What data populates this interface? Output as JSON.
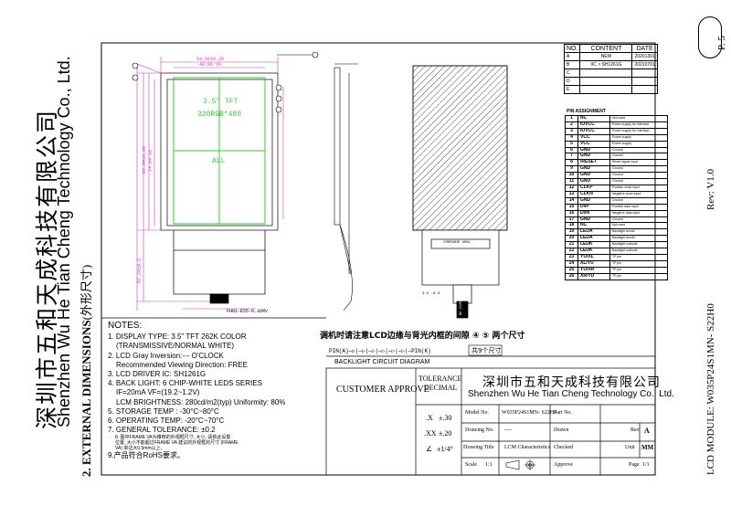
{
  "side": {
    "company_cn": "深圳市五和天成科技有限公司",
    "company_en": "Shenzhen Wu He Tian Cheng Technology Co., Ltd.",
    "section": "2. EXTERNAL DIMENSIONS",
    "section_sub": "(外形尺寸)",
    "module": "LCD MODULE:  W035P24S1MN- S22H0",
    "rev": "Rev:  V1.0",
    "page": "P. 5"
  },
  "revisions": {
    "headers": [
      "NO.",
      "CONTENT",
      "DATE"
    ],
    "rows": [
      {
        "no": "A",
        "content": "NEW",
        "date": "20201301"
      },
      {
        "no": "B",
        "content": "IIC > SH1261G",
        "date": "20210701"
      },
      {
        "no": "C",
        "content": "",
        "date": ""
      },
      {
        "no": "D",
        "content": "",
        "date": ""
      },
      {
        "no": "E",
        "content": "",
        "date": ""
      }
    ]
  },
  "pins": {
    "title": "PIN ASSIGNMENT",
    "rows": [
      {
        "n": "1",
        "s": "NC",
        "d": "Not used"
      },
      {
        "n": "2",
        "s": "IOVCC",
        "d": "Power supply for interface"
      },
      {
        "n": "3",
        "s": "IOVCC",
        "d": "Power supply for interface"
      },
      {
        "n": "4",
        "s": "VCC",
        "d": "Power supply"
      },
      {
        "n": "5",
        "s": "VCC",
        "d": "Power supply"
      },
      {
        "n": "6",
        "s": "GND",
        "d": "Ground"
      },
      {
        "n": "7",
        "s": "GND",
        "d": "Ground"
      },
      {
        "n": "8",
        "s": "/RESET",
        "d": "Reset signal input"
      },
      {
        "n": "9",
        "s": "GND",
        "d": "Ground"
      },
      {
        "n": "10",
        "s": "GND",
        "d": "Ground"
      },
      {
        "n": "11",
        "s": "GND",
        "d": "Ground"
      },
      {
        "n": "12",
        "s": "CLKP",
        "d": "Positive clock input"
      },
      {
        "n": "13",
        "s": "CLKN",
        "d": "Negative clock input"
      },
      {
        "n": "14",
        "s": "GND",
        "d": "Ground"
      },
      {
        "n": "15",
        "s": "D0P",
        "d": "Positive data input"
      },
      {
        "n": "16",
        "s": "D0N",
        "d": "Negative data input"
      },
      {
        "n": "17",
        "s": "GND",
        "d": "Ground"
      },
      {
        "n": "18",
        "s": "NC",
        "d": "Not used"
      },
      {
        "n": "19",
        "s": "LEDA",
        "d": "Backlight anode"
      },
      {
        "n": "20",
        "s": "LEDA",
        "d": "Backlight anode"
      },
      {
        "n": "21",
        "s": "LEDK",
        "d": "Backlight cathode"
      },
      {
        "n": "22",
        "s": "LEDK",
        "d": "Backlight cathode"
      },
      {
        "n": "23",
        "s": "YU/XL",
        "d": "TP pin"
      },
      {
        "n": "24",
        "s": "XL/YU",
        "d": "TP pin"
      },
      {
        "n": "25",
        "s": "YD/XR",
        "d": "TP pin"
      },
      {
        "n": "26",
        "s": "XR/YD",
        "d": "TP pin"
      }
    ]
  },
  "panel": {
    "tft_label": "3.5\" TFT",
    "res_label": "320RGB*480",
    "all_label": "ALL",
    "fpc_part": "FH01-E55-0.36MV",
    "component_area": "COMPONENT AREA",
    "no_cover": "NO COVER"
  },
  "notes": {
    "heading": "NOTES:",
    "items": [
      "1. DISPLAY TYPE: 3.5\" TFT 262K COLOR",
      "(TRANSMISSIVE/NORMAL WHITE)",
      "2. LCD Gray Inversion:--- O'CLOCK",
      "Recommended Viewing Direction: FREE",
      "3. LCD DRIVER IC: SH1261G",
      "4. BACK LIGHT: 6 CHIP-WHITE LEDS SERIES",
      "IF=20mA  VF=(19.2~1.2V)",
      "LCM BRIGHTNESS: 280cd/m2(typ) Uniformity: 80%",
      "5. STORAGE TEMP : -30°C~80°C",
      "6. OPERATING TEMP: -20°C~70°C",
      "7. GENERAL TOLERANCE: ±0.2",
      "8. 图中FRAME VA为推荐的外观框尺寸, 大小, 请依此设置",
      "位置, 大小不能超过FRAME VA 建议的外观框的尺寸 (FRAME",
      "VA) 单边大0.5mm以上。",
      "9.产品符合RoHS要求。"
    ]
  },
  "backlight": {
    "note_cn": "调机时请注意LCD边缘与背光内框的间隙 ④ ⑤  两个尺寸",
    "pins_line": "PIN(A)─▷|─▷|─▷|─▷|─▷|─▷|─PIN(K)",
    "label_box": "共9个尺寸",
    "diagram_title": "BACKLIGHT CIRCUIT DIAGRAM"
  },
  "titleblock": {
    "customer_approve": "CUSTOMER APPROVE",
    "tolerance": "TOLERANCE",
    "decimal": "DECIMAL",
    "tol_x": ".X",
    "tol_x_val": "±.30",
    "tol_xx": ".XX",
    "tol_xx_val": "±.20",
    "tol_ang": "∠",
    "tol_ang_val": "±1/4°",
    "company_cn": "深圳市五和天成科技有限公司",
    "company_en": "Shenzhen Wu He Tian Cheng Technology Co., Ltd.",
    "model_no_label": "Model No.",
    "model_no": "W035P24S1MN- S22H0",
    "part_no_label": "Part No.",
    "drawing_no_label": "Drawing No.",
    "drawing_no": "----",
    "drawn_label": "Drawn",
    "rev_label": "Rev.",
    "rev_val": "A",
    "drawing_title_label": "Drawing Title",
    "drawing_title": "LCM  Characteristics",
    "checked_label": "Checked",
    "unit_label": "Unit",
    "unit_val": "MM",
    "scale_label": "Scale",
    "scale_val": "1:1",
    "approve_label": "Approve",
    "page_label": "Page",
    "page_val": "1/1"
  },
  "colors": {
    "display_area": "#33cc33",
    "dimension": "#cc33cc",
    "line": "#000000"
  }
}
